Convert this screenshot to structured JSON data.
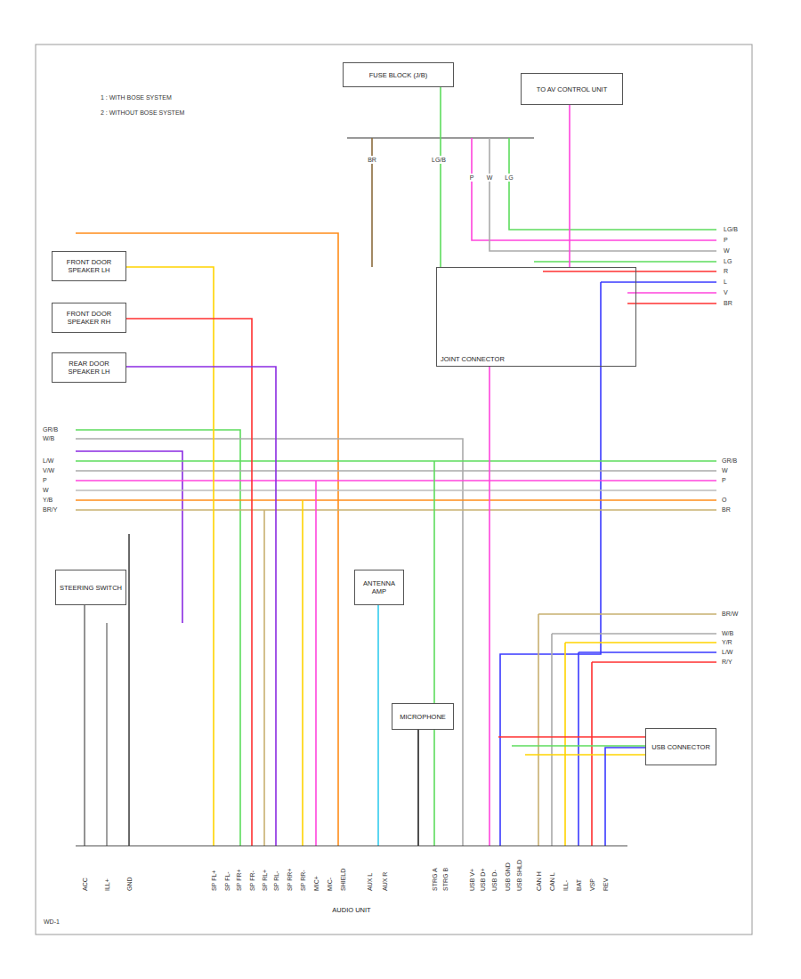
{
  "diagram": {
    "nodes": [
      {
        "text": [
          "FUSE BLOCK (J/B)"
        ]
      },
      {
        "text": [
          "TO AV CONTROL UNIT"
        ]
      },
      {
        "text": [
          "JOINT CONNECTOR"
        ]
      },
      {
        "text": [
          "FRONT DOOR SPEAKER LH"
        ]
      },
      {
        "text": [
          "FRONT DOOR SPEAKER RH"
        ]
      },
      {
        "text": [
          "REAR DOOR SPEAKER LH"
        ]
      },
      {
        "text": [
          "STEERING SWITCH"
        ]
      },
      {
        "text": [
          "AUDIO UNIT"
        ]
      },
      {
        "text": [
          "USB CONNECTOR"
        ]
      },
      {
        "text": [
          "MICROPHONE"
        ]
      },
      {
        "text": [
          "ANTENNA AMP"
        ]
      }
    ],
    "edges": [
      {
        "from": 0,
        "to": 2,
        "arrow": "none"
      },
      {
        "from": 1,
        "to": 2,
        "arrow": "none"
      },
      {
        "from": 2,
        "to": 7,
        "arrow": "none"
      },
      {
        "from": 3,
        "to": 7,
        "arrow": "none"
      },
      {
        "from": 4,
        "to": 7,
        "arrow": "none"
      },
      {
        "from": 5,
        "to": 7,
        "arrow": "none"
      },
      {
        "from": 6,
        "to": 7,
        "arrow": "none"
      },
      {
        "from": 8,
        "to": 7,
        "arrow": "none"
      },
      {
        "from": 9,
        "to": 7,
        "arrow": "none"
      },
      {
        "from": 10,
        "to": 7,
        "arrow": "none"
      }
    ],
    "labels": [
      "1 : WITH BOSE SYSTEM",
      "2 : WITHOUT BOSE SYSTEM",
      "LG/B",
      "P",
      "W",
      "LG",
      "R",
      "L",
      "V",
      "BR",
      "GR/B",
      "W",
      "P",
      "O",
      "BR",
      "GR/B",
      "W/B",
      "L/W",
      "V/W",
      "P",
      "W",
      "Y/B",
      "BR/Y",
      "BR/W",
      "W/B",
      "Y/R",
      "L/W",
      "R/Y",
      "BR",
      "LG/B",
      "P",
      "W",
      "LG",
      "ACC",
      "ILL+",
      "GND",
      "SP FL+",
      "SP FL-",
      "SP FR+",
      "SP FR-",
      "SP RL+",
      "SP RL-",
      "SP RR+",
      "SP RR-",
      "MIC+",
      "MIC-",
      "SHIELD",
      "AUX L",
      "AUX R",
      "STRG A",
      "STRG B",
      "USB V+",
      "USB D+",
      "USB D-",
      "USB GND",
      "USB SHLD",
      "CAN H",
      "CAN L",
      "ILL-",
      "BAT",
      "VSP",
      "REV",
      "WD-1"
    ]
  }
}
